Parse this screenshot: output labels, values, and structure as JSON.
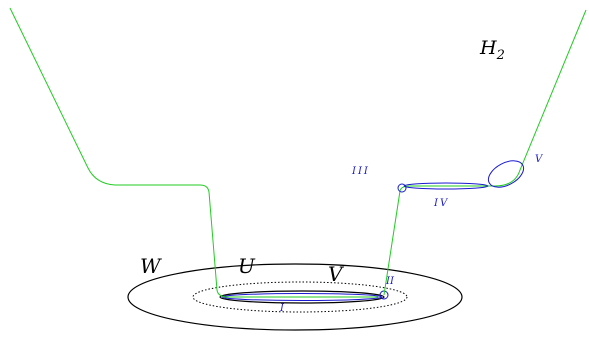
{
  "labels": {
    "H2": "H",
    "H2_sub": "2",
    "W": "W",
    "U": "U",
    "V": "V",
    "I": "I",
    "II": "II",
    "III": "III",
    "IV": "IV",
    "V_roman": "V"
  },
  "colors": {
    "green_curve": "#22cc22",
    "blue": "#1a1ad0",
    "black": "#000000"
  }
}
